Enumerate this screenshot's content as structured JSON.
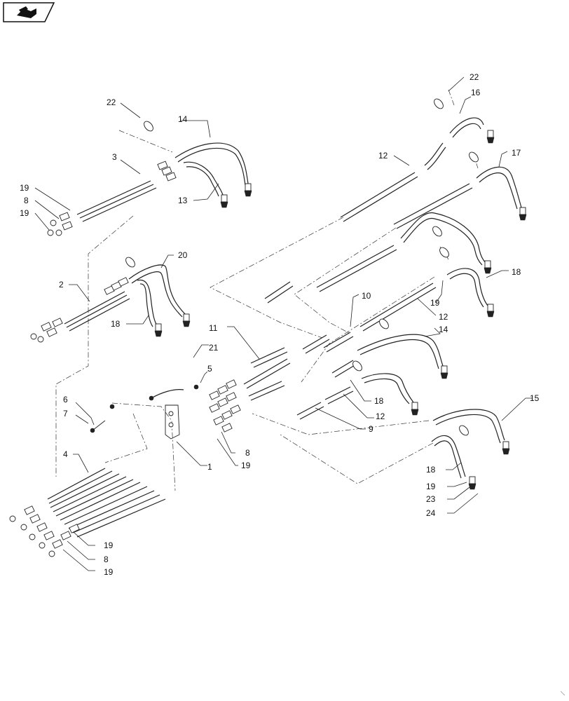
{
  "nav_button": {
    "icon": "book-arrow-icon"
  },
  "callouts": [
    {
      "id": "c22a",
      "text": "22"
    },
    {
      "id": "c14a",
      "text": "14"
    },
    {
      "id": "c3",
      "text": "3"
    },
    {
      "id": "c19a",
      "text": "19"
    },
    {
      "id": "c8a",
      "text": "8"
    },
    {
      "id": "c19b",
      "text": "19"
    },
    {
      "id": "c13",
      "text": "13"
    },
    {
      "id": "c22b",
      "text": "22"
    },
    {
      "id": "c16",
      "text": "16"
    },
    {
      "id": "c12a",
      "text": "12"
    },
    {
      "id": "c17",
      "text": "17"
    },
    {
      "id": "c20",
      "text": "20"
    },
    {
      "id": "c2",
      "text": "2"
    },
    {
      "id": "c18a",
      "text": "18"
    },
    {
      "id": "c18b",
      "text": "18"
    },
    {
      "id": "c19c",
      "text": "19"
    },
    {
      "id": "c10",
      "text": "10"
    },
    {
      "id": "c12b",
      "text": "12"
    },
    {
      "id": "c11",
      "text": "11"
    },
    {
      "id": "c14b",
      "text": "14"
    },
    {
      "id": "c21",
      "text": "21"
    },
    {
      "id": "c5",
      "text": "5"
    },
    {
      "id": "c18c",
      "text": "18"
    },
    {
      "id": "c12c",
      "text": "12"
    },
    {
      "id": "c6",
      "text": "6"
    },
    {
      "id": "c7",
      "text": "7"
    },
    {
      "id": "c9",
      "text": "9"
    },
    {
      "id": "c15",
      "text": "15"
    },
    {
      "id": "c8b",
      "text": "8"
    },
    {
      "id": "c19d",
      "text": "19"
    },
    {
      "id": "c4",
      "text": "4"
    },
    {
      "id": "c1",
      "text": "1"
    },
    {
      "id": "c18d",
      "text": "18"
    },
    {
      "id": "c19e",
      "text": "19"
    },
    {
      "id": "c23",
      "text": "23"
    },
    {
      "id": "c24",
      "text": "24"
    },
    {
      "id": "c19f",
      "text": "19"
    },
    {
      "id": "c8c",
      "text": "8"
    },
    {
      "id": "c19g",
      "text": "19"
    }
  ]
}
